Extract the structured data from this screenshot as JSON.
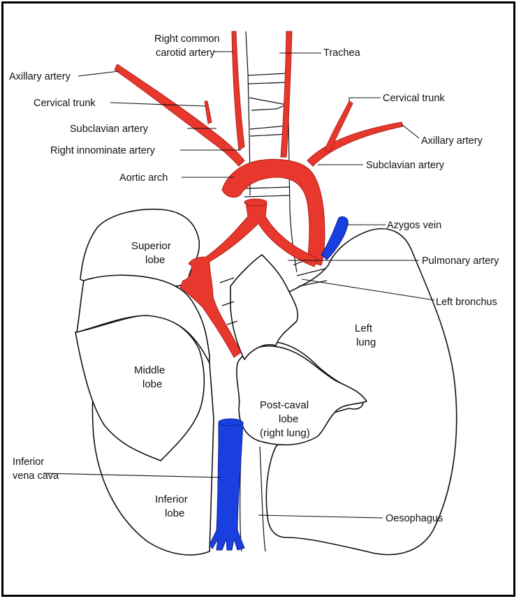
{
  "colors": {
    "artery": "#e8372c",
    "vein": "#1a3fe0",
    "outline": "#111111"
  },
  "labels": {
    "right_common_carotid_1": "Right common",
    "right_common_carotid_2": "carotid artery",
    "trachea": "Trachea",
    "axillary_right": "Axillary artery",
    "cervical_right": "Cervical trunk",
    "subclavian_right": "Subclavian artery",
    "right_innominate": "Right innominate artery",
    "aortic_arch": "Aortic arch",
    "cervical_left": "Cervical trunk",
    "axillary_left": "Axillary artery",
    "subclavian_left": "Subclavian artery",
    "azygos": "Azygos vein",
    "pulmonary": "Pulmonary artery",
    "left_bronchus": "Left bronchus",
    "inferior_vena_cava_1": "Inferior",
    "inferior_vena_cava_2": "vena cava",
    "oesophagus": "Oesophagus"
  },
  "lobes": {
    "superior_1": "Superior",
    "superior_2": "lobe",
    "middle_1": "Middle",
    "middle_2": "lobe",
    "inferior_1": "Inferior",
    "inferior_2": "lobe",
    "left_lung_1": "Left",
    "left_lung_2": "lung",
    "postcaval_1": "Post-caval",
    "postcaval_2": "lobe",
    "postcaval_3": "(right lung)"
  }
}
